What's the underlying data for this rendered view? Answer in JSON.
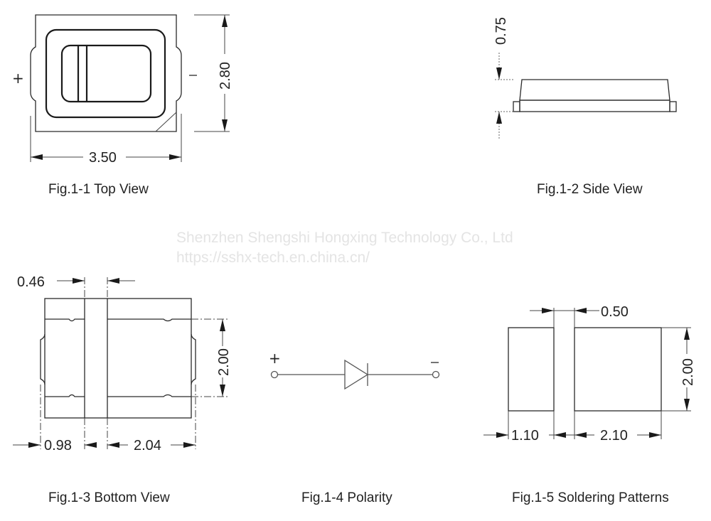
{
  "watermark": {
    "company": "Shenzhen Shengshi Hongxing Technology Co., Ltd",
    "url": "https://sshx-tech.en.china.cn/"
  },
  "figures": {
    "top_view": {
      "caption": "Fig.1-1 Top View",
      "plus_label": "+",
      "minus_label": "—",
      "width_dim": "3.50",
      "height_dim": "2.80"
    },
    "side_view": {
      "caption": "Fig.1-2 Side View",
      "height_dim": "0.75"
    },
    "bottom_view": {
      "caption": "Fig.1-3 Bottom View",
      "gap_dim": "0.46",
      "pad_height_dim": "2.00",
      "left_dim": "0.98",
      "right_dim": "2.04"
    },
    "polarity": {
      "caption": "Fig.1-4 Polarity",
      "plus_label": "+",
      "minus_label": "—"
    },
    "soldering": {
      "caption": "Fig.1-5 Soldering Patterns",
      "gap_dim": "0.50",
      "height_dim": "2.00",
      "left_pad_dim": "1.10",
      "right_pad_dim": "2.10"
    }
  }
}
